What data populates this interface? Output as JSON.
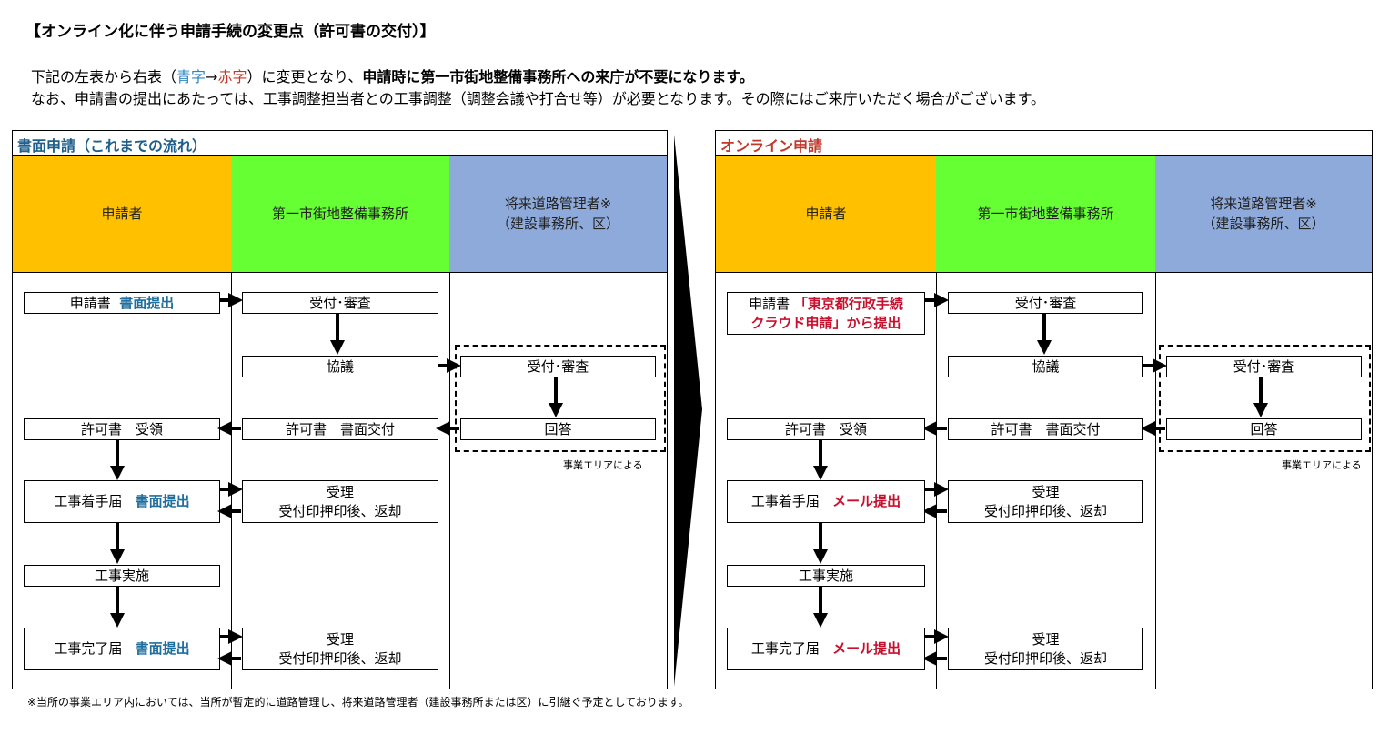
{
  "title": "【オンライン化に伴う申請手続の変更点（許可書の交付）】",
  "intro": {
    "line1_a": "下記の左表から右表（",
    "line1_blue": "青字",
    "line1_arrow": "→",
    "line1_red": "赤字",
    "line1_b": "）に変更となり、",
    "line1_bold": "申請時に第一市街地整備事務所への来庁が不要になります。",
    "line2": "なお、申請書の提出にあたっては、工事調整担当者との工事調整（調整会議や打合せ等）が必要となります。その際にはご来庁いただく場合がございます。"
  },
  "left_panel": {
    "title": "書面申請（これまでの流れ）",
    "headers": {
      "applicant": "申請者",
      "office": "第一市街地整備事務所",
      "future_line1": "将来道路管理者※",
      "future_line2": "（建設事務所、区）"
    },
    "applicant_col": {
      "apply_prefix": "申請書",
      "apply_method": "書面提出",
      "permit": "許可書　受領",
      "start_prefix": "工事着手届",
      "start_method": "書面提出",
      "execute": "工事実施",
      "complete_prefix": "工事完了届",
      "complete_method": "書面提出"
    },
    "office_col": {
      "reception": "受付･審査",
      "consult": "協議",
      "issue": "許可書　書面交付",
      "receipt1_line1": "受理",
      "receipt1_line2": "受付印押印後、返却",
      "receipt2_line1": "受理",
      "receipt2_line2": "受付印押印後、返却"
    },
    "future_col": {
      "reception": "受付･審査",
      "answer": "回答",
      "note": "事業エリアによる"
    }
  },
  "right_panel": {
    "title": "オンライン申請",
    "headers": {
      "applicant": "申請者",
      "office": "第一市街地整備事務所",
      "future_line1": "将来道路管理者※",
      "future_line2": "（建設事務所、区）"
    },
    "applicant_col": {
      "apply_prefix": "申請書",
      "apply_method_line1": "「東京都行政手続",
      "apply_method_line2": "クラウド申請」から提出",
      "permit": "許可書　受領",
      "start_prefix": "工事着手届",
      "start_method": "メール提出",
      "execute": "工事実施",
      "complete_prefix": "工事完了届",
      "complete_method": "メール提出"
    },
    "office_col": {
      "reception": "受付･審査",
      "consult": "協議",
      "issue": "許可書　書面交付",
      "receipt1_line1": "受理",
      "receipt1_line2": "受付印押印後、返却",
      "receipt2_line1": "受理",
      "receipt2_line2": "受付印押印後、返却"
    },
    "future_col": {
      "reception": "受付･審査",
      "answer": "回答",
      "note": "事業エリアによる"
    }
  },
  "footnote": "※当所の事業エリア内においては、当所が暫定的に道路管理し、将来道路管理者（建設事務所または区）に引継ぐ予定としております。",
  "colors": {
    "applicant_header": "#ffc000",
    "office_header": "#66ff33",
    "future_header": "#8eaadb",
    "emphasis_blue": "#1f6f9f",
    "emphasis_red": "#c8102e"
  }
}
